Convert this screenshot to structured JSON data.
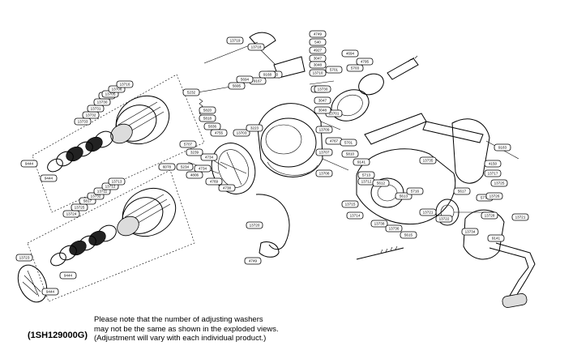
{
  "diagram": {
    "model_code": "(1SH129000G)",
    "note_lines": [
      "Please note that the number of adjusting washers",
      "may not be the same as shown in the exploded views.",
      "(Adjustment will vary with each individual product.)"
    ],
    "part_labels": [
      "4749",
      "13718",
      "13719",
      "540",
      "4927",
      "9163",
      "3047",
      "3048",
      "13710",
      "13727",
      "9167",
      "9168",
      "5694",
      "5695",
      "13701",
      "4767",
      "9141",
      "4150",
      "5703",
      "4795",
      "5232",
      "5820",
      "5818",
      "5836",
      "4755",
      "13703",
      "5701",
      "4694",
      "3223",
      "13707",
      "13708",
      "13709",
      "13730",
      "3047",
      "3048",
      "5701",
      "5810",
      "4734",
      "4806",
      "4734",
      "3239",
      "5707",
      "6078",
      "5234",
      "4769",
      "4738",
      "4749",
      "13720",
      "13712",
      "9444",
      "13733",
      "13732",
      "13731",
      "13730",
      "13729",
      "9444",
      "13705",
      "13706",
      "13716",
      "9444",
      "13723",
      "13724",
      "13725",
      "5817",
      "13732",
      "13711",
      "13712",
      "13713",
      "5713",
      "5612",
      "5613",
      "5716",
      "13715",
      "13714",
      "13738",
      "5615",
      "13736",
      "13721",
      "13722",
      "13734",
      "9141",
      "5775",
      "5617",
      "9183",
      "13717",
      "9444",
      "13735",
      "13728",
      "13725",
      "13726",
      "13721"
    ]
  }
}
